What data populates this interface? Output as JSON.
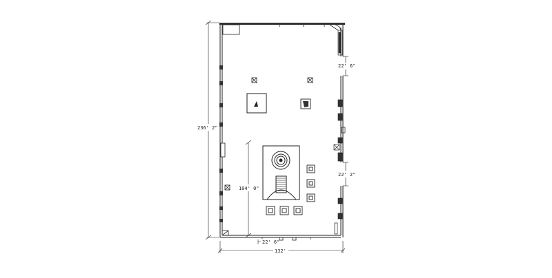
{
  "dimensions": {
    "overall_height": "236' 2\"",
    "overall_width": "132'",
    "bottom_offset": "22' 6\"",
    "right_upper_offset": "22' 6\"",
    "right_lower_offset": "22' 2\"",
    "inner_height": "104' 0\""
  },
  "colors": {
    "background": "#ffffff",
    "linework": "#222222",
    "wall_fill": "#333333"
  }
}
